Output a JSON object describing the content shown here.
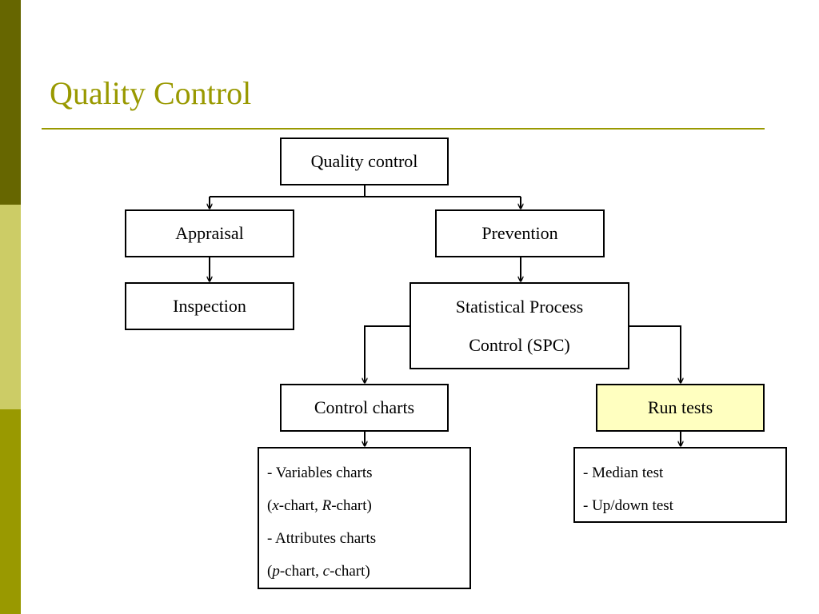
{
  "slide": {
    "title": "Quality Control",
    "accent_color": "#999900"
  },
  "diagram": {
    "root": "Quality control",
    "appraisal": "Appraisal",
    "inspection": "Inspection",
    "prevention": "Prevention",
    "spc_line1": "Statistical Process",
    "spc_line2": "Control (SPC)",
    "control_charts": "Control charts",
    "run_tests": "Run tests",
    "control_chart_items": {
      "item1": "- Variables charts",
      "item2_open": "(",
      "item2_x": "x",
      "item2_mid": "-chart, ",
      "item2_r": "R",
      "item2_close": "-chart)",
      "item3": "- Attributes charts",
      "item4_open": "(",
      "item4_p": "p",
      "item4_mid": "-chart, ",
      "item4_c": "c",
      "item4_close": "-chart)"
    },
    "run_test_items": {
      "item1": "- Median test",
      "item2": "- Up/down test"
    },
    "highlight_color": "#ffffc0"
  }
}
